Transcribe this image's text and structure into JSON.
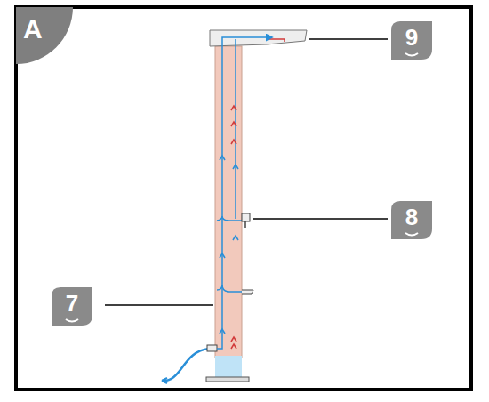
{
  "diagram": {
    "nodes": [
      {
        "text": [
          "A"
        ]
      },
      {
        "text": [
          "9"
        ]
      },
      {
        "text": [
          "8"
        ]
      },
      {
        "text": [
          "7"
        ]
      }
    ]
  }
}
